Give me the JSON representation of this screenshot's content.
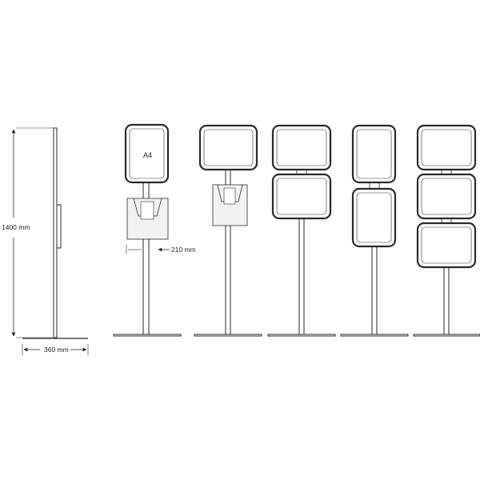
{
  "dimensions": {
    "height_label": "1400 mm",
    "base_width_label": "360 mm",
    "pocket_width_label": "210 mm"
  },
  "frame_label": "A4",
  "colors": {
    "line": "#2a2a2a",
    "frame_fill": "#ffffff",
    "holder_fill": "#f2f2f2"
  }
}
